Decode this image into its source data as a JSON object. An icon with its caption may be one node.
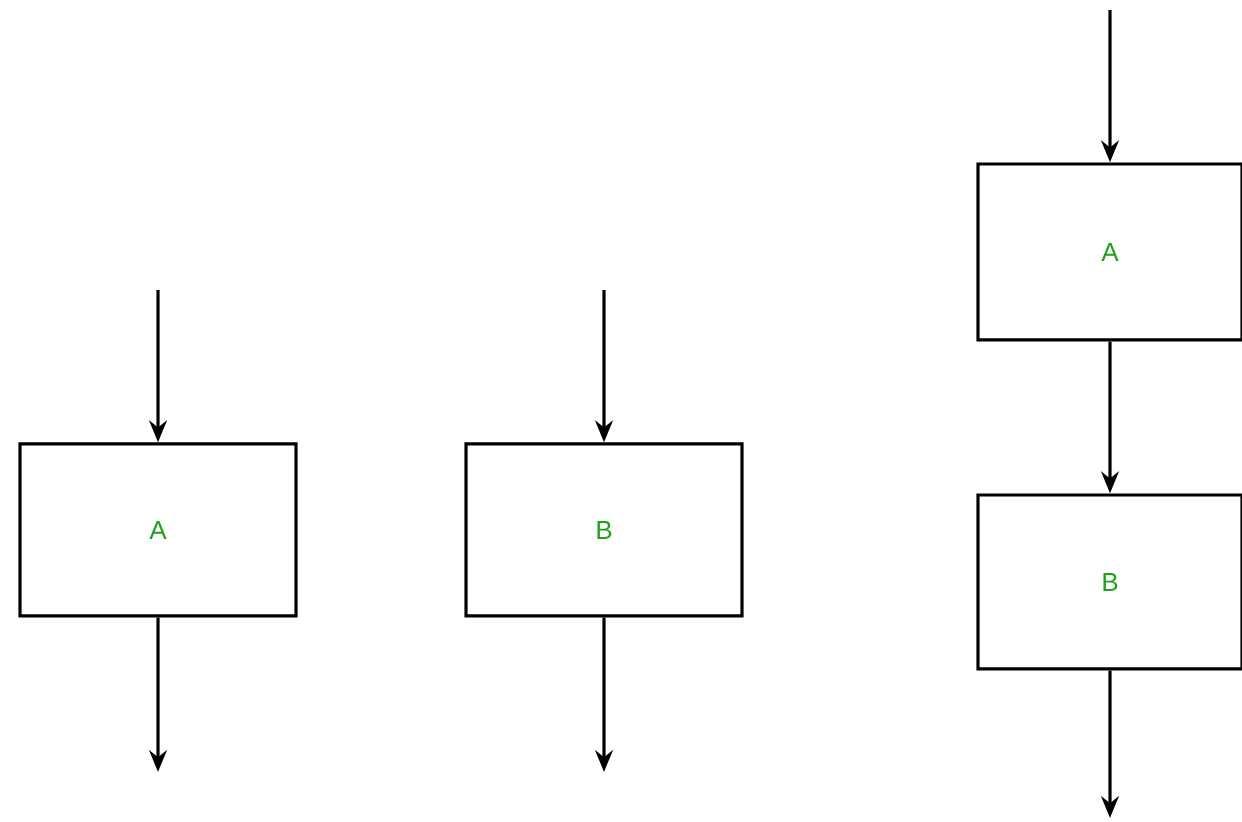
{
  "diagram": {
    "nodes": [
      {
        "text": [
          "A"
        ]
      },
      {
        "text": [
          "B"
        ]
      },
      {
        "text": [
          "A"
        ]
      },
      {
        "text": [
          "B"
        ]
      }
    ],
    "edges": [
      {
        "from": null,
        "to": 0,
        "arrow": "to"
      },
      {
        "from": 0,
        "to": null,
        "arrow": "to"
      },
      {
        "from": null,
        "to": 1,
        "arrow": "to"
      },
      {
        "from": 1,
        "to": null,
        "arrow": "to"
      },
      {
        "from": null,
        "to": 2,
        "arrow": "to"
      },
      {
        "from": 2,
        "to": 3,
        "arrow": "to"
      },
      {
        "from": 3,
        "to": null,
        "arrow": "to"
      }
    ]
  }
}
